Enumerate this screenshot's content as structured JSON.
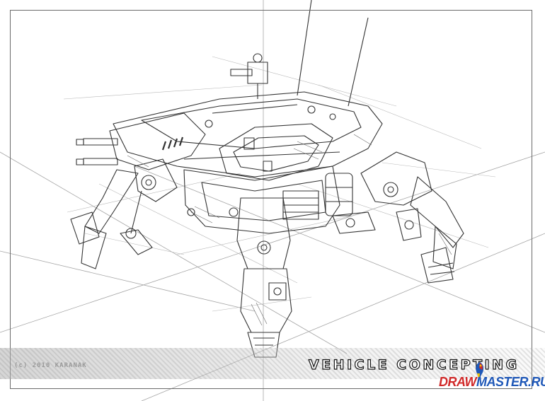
{
  "artwork": {
    "copyright": "(c) 2010 KARANAK",
    "title": "VEHICLE CONCEPTING",
    "logo_draw": "DRAW",
    "logo_master": "MASTER.RU",
    "logo_icon": "parrot-icon",
    "colors": {
      "background": "#ffffff",
      "sketch": "#3a3a3a",
      "guide_lines": "#9d9d9d",
      "logo_red": "#d12a2a",
      "logo_blue": "#1f58b8",
      "logo_yellow": "#f2c400"
    }
  }
}
